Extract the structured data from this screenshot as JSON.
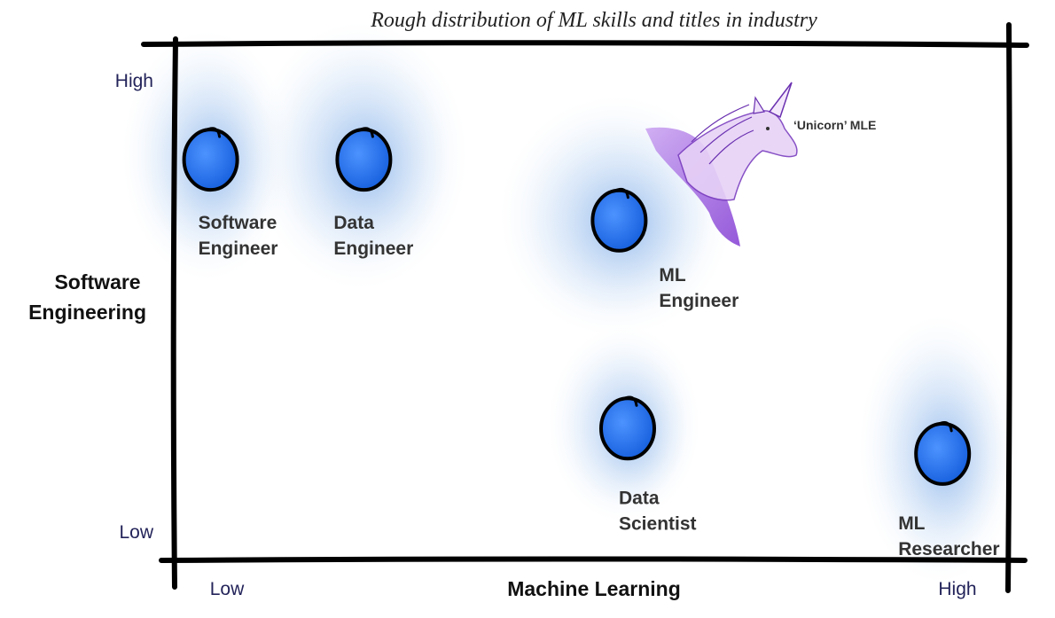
{
  "title": "Rough distribution of ML skills and titles in industry",
  "axes": {
    "x_title": "Machine Learning",
    "y_title_lines": [
      "Software",
      "Engineering"
    ],
    "x_low": "Low",
    "x_high": "High",
    "y_low": "Low",
    "y_high": "High"
  },
  "colors": {
    "axis": "#000000",
    "cloud": "#a9c8f0",
    "dot": "#1e6ff0",
    "dot_outline": "#000000",
    "unicorn": "#a96bd6"
  },
  "chart_data": {
    "type": "scatter",
    "title": "Rough distribution of ML skills and titles in industry",
    "xlabel": "Machine Learning",
    "ylabel": "Software Engineering",
    "x_scale": "qualitative (Low to High)",
    "y_scale": "qualitative (Low to High)",
    "xlim": [
      0,
      1
    ],
    "ylim": [
      0,
      1
    ],
    "points": [
      {
        "label_lines": [
          "Software",
          "Engineer"
        ],
        "x": 0.06,
        "y": 0.79
      },
      {
        "label_lines": [
          "Data",
          "Engineer"
        ],
        "x": 0.24,
        "y": 0.79
      },
      {
        "label_lines": [
          "ML",
          "Engineer"
        ],
        "x": 0.54,
        "y": 0.67
      },
      {
        "label_lines": [
          "Data",
          "Scientist"
        ],
        "x": 0.55,
        "y": 0.26
      },
      {
        "label_lines": [
          "ML",
          "Researcher"
        ],
        "x": 0.92,
        "y": 0.21
      }
    ],
    "annotations": [
      {
        "text": "‘Unicorn’ MLE",
        "icon": "unicorn-icon",
        "x": 0.68,
        "y": 0.9
      }
    ]
  }
}
